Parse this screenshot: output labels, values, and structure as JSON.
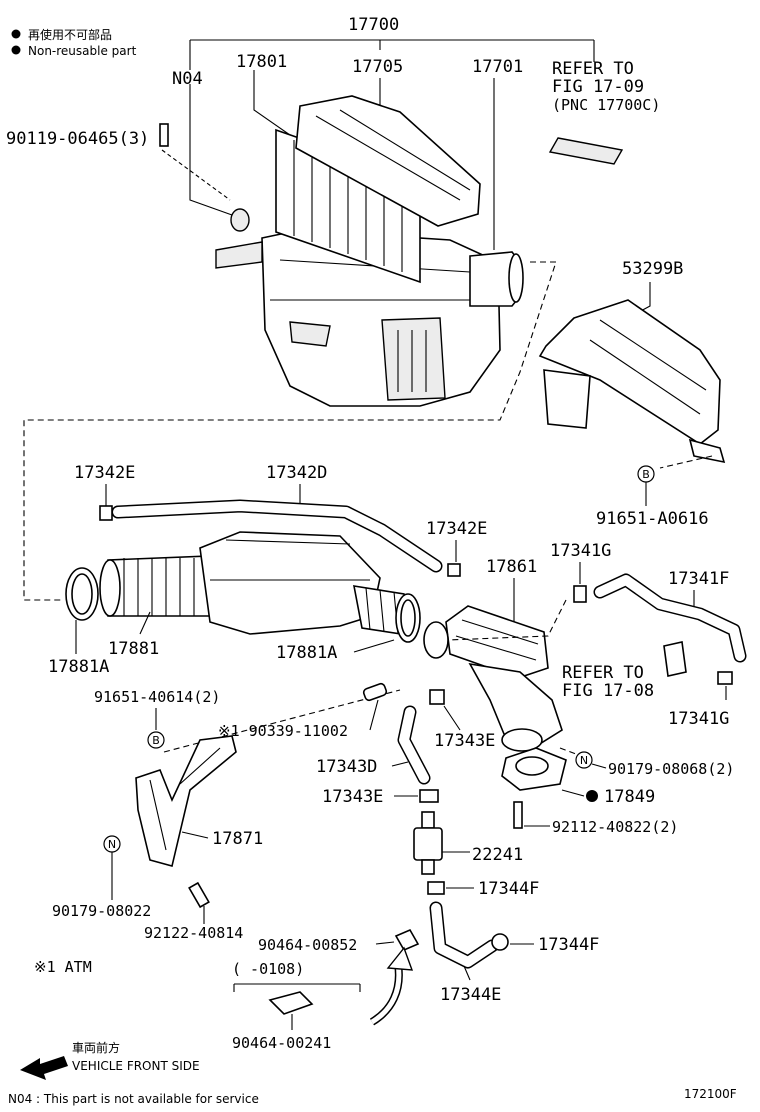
{
  "legend": {
    "non_reusable_jp": "再使用不可部品",
    "non_reusable_en": "Non-reusable part"
  },
  "labels": {
    "p17700": "17700",
    "n04": "N04",
    "p17801": "17801",
    "p17705": "17705",
    "p17701": "17701",
    "refer_1709_a": "REFER TO",
    "refer_1709_b": "FIG 17-09",
    "refer_1709_c": "(PNC 17700C)",
    "p90119": "90119-06465(3)",
    "p53299b": "53299B",
    "p17342e_a": "17342E",
    "p17342d": "17342D",
    "p91651_a0616": "91651-A0616",
    "p17342e_b": "17342E",
    "p17341g_a": "17341G",
    "p17861": "17861",
    "p17341f": "17341F",
    "p17881": "17881",
    "p17881a_a": "17881A",
    "p17881a_b": "17881A",
    "refer_1708_a": "REFER TO",
    "refer_1708_b": "FIG 17-08",
    "p17341g_b": "17341G",
    "p91651_40614": "91651-40614(2)",
    "p90339": "※1 90339-11002",
    "p17343e_a": "17343E",
    "p17343d": "17343D",
    "p90179_08068": "90179-08068(2)",
    "p17343e_b": "17343E",
    "p17849": "17849",
    "p92112": "92112-40822(2)",
    "p17871": "17871",
    "p22241": "22241",
    "p17344f_a": "17344F",
    "p90179_08022": "90179-08022",
    "p92122": "92122-40814",
    "p90464_00852": "90464-00852",
    "p17344f_b": "17344F",
    "atm_note": "※1  ATM",
    "date_range": "(    -0108)",
    "p17344e": "17344E",
    "p90464_00241": "90464-00241"
  },
  "markers": {
    "b": "B",
    "n": "N"
  },
  "footer": {
    "front_jp": "車両前方",
    "front_en": "VEHICLE FRONT SIDE",
    "n04_note": "N04 : This part is not available for service",
    "fig_code": "172100F"
  }
}
